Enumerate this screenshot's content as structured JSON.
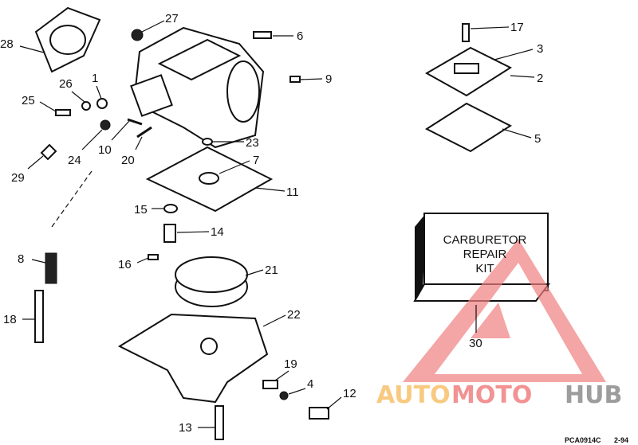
{
  "diagram": {
    "callouts": [
      "28",
      "27",
      "6",
      "17",
      "3",
      "2",
      "9",
      "1",
      "26",
      "25",
      "24",
      "10",
      "20",
      "23",
      "29",
      "7",
      "5",
      "11",
      "15",
      "14",
      "8",
      "16",
      "21",
      "18",
      "22",
      "19",
      "4",
      "12",
      "13",
      "30"
    ],
    "kit_label": {
      "line1": "CARBURETOR",
      "line2": "REPAIR",
      "line3": "KIT"
    },
    "figure_code": "PCA0914C",
    "figure_date": "2-94"
  },
  "watermark": {
    "part1": "AUTO",
    "part2": "MOTO",
    "part3": "HUB",
    "colors": {
      "auto": "#f7c06a",
      "moto": "#f08080",
      "hub": "#8c8c8c",
      "triangle": "#f08080"
    }
  }
}
